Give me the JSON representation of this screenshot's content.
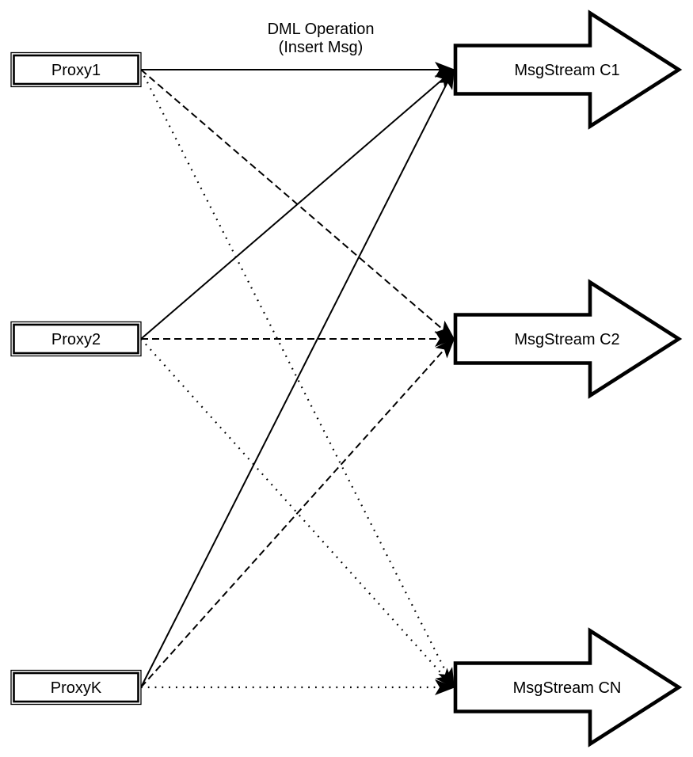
{
  "diagram": {
    "annotation": {
      "line1": "DML Operation",
      "line2": "(Insert Msg)"
    },
    "proxies": [
      {
        "label": "Proxy1"
      },
      {
        "label": "Proxy2"
      },
      {
        "label": "ProxyK"
      }
    ],
    "streams": [
      {
        "label": "MsgStream C1"
      },
      {
        "label": "MsgStream C2"
      },
      {
        "label": "MsgStream CN"
      }
    ],
    "connections": [
      {
        "from": "Proxy1",
        "to": "MsgStream C1",
        "line_style": "solid"
      },
      {
        "from": "Proxy2",
        "to": "MsgStream C1",
        "line_style": "solid"
      },
      {
        "from": "ProxyK",
        "to": "MsgStream C1",
        "line_style": "solid"
      },
      {
        "from": "Proxy1",
        "to": "MsgStream C2",
        "line_style": "dashed"
      },
      {
        "from": "Proxy2",
        "to": "MsgStream C2",
        "line_style": "dashed"
      },
      {
        "from": "ProxyK",
        "to": "MsgStream C2",
        "line_style": "dashed"
      },
      {
        "from": "Proxy1",
        "to": "MsgStream CN",
        "line_style": "dotted"
      },
      {
        "from": "Proxy2",
        "to": "MsgStream CN",
        "line_style": "dotted"
      },
      {
        "from": "ProxyK",
        "to": "MsgStream CN",
        "line_style": "dotted"
      }
    ],
    "colors": {
      "stroke": "#000000",
      "fill": "#ffffff",
      "background": "#ffffff"
    }
  }
}
